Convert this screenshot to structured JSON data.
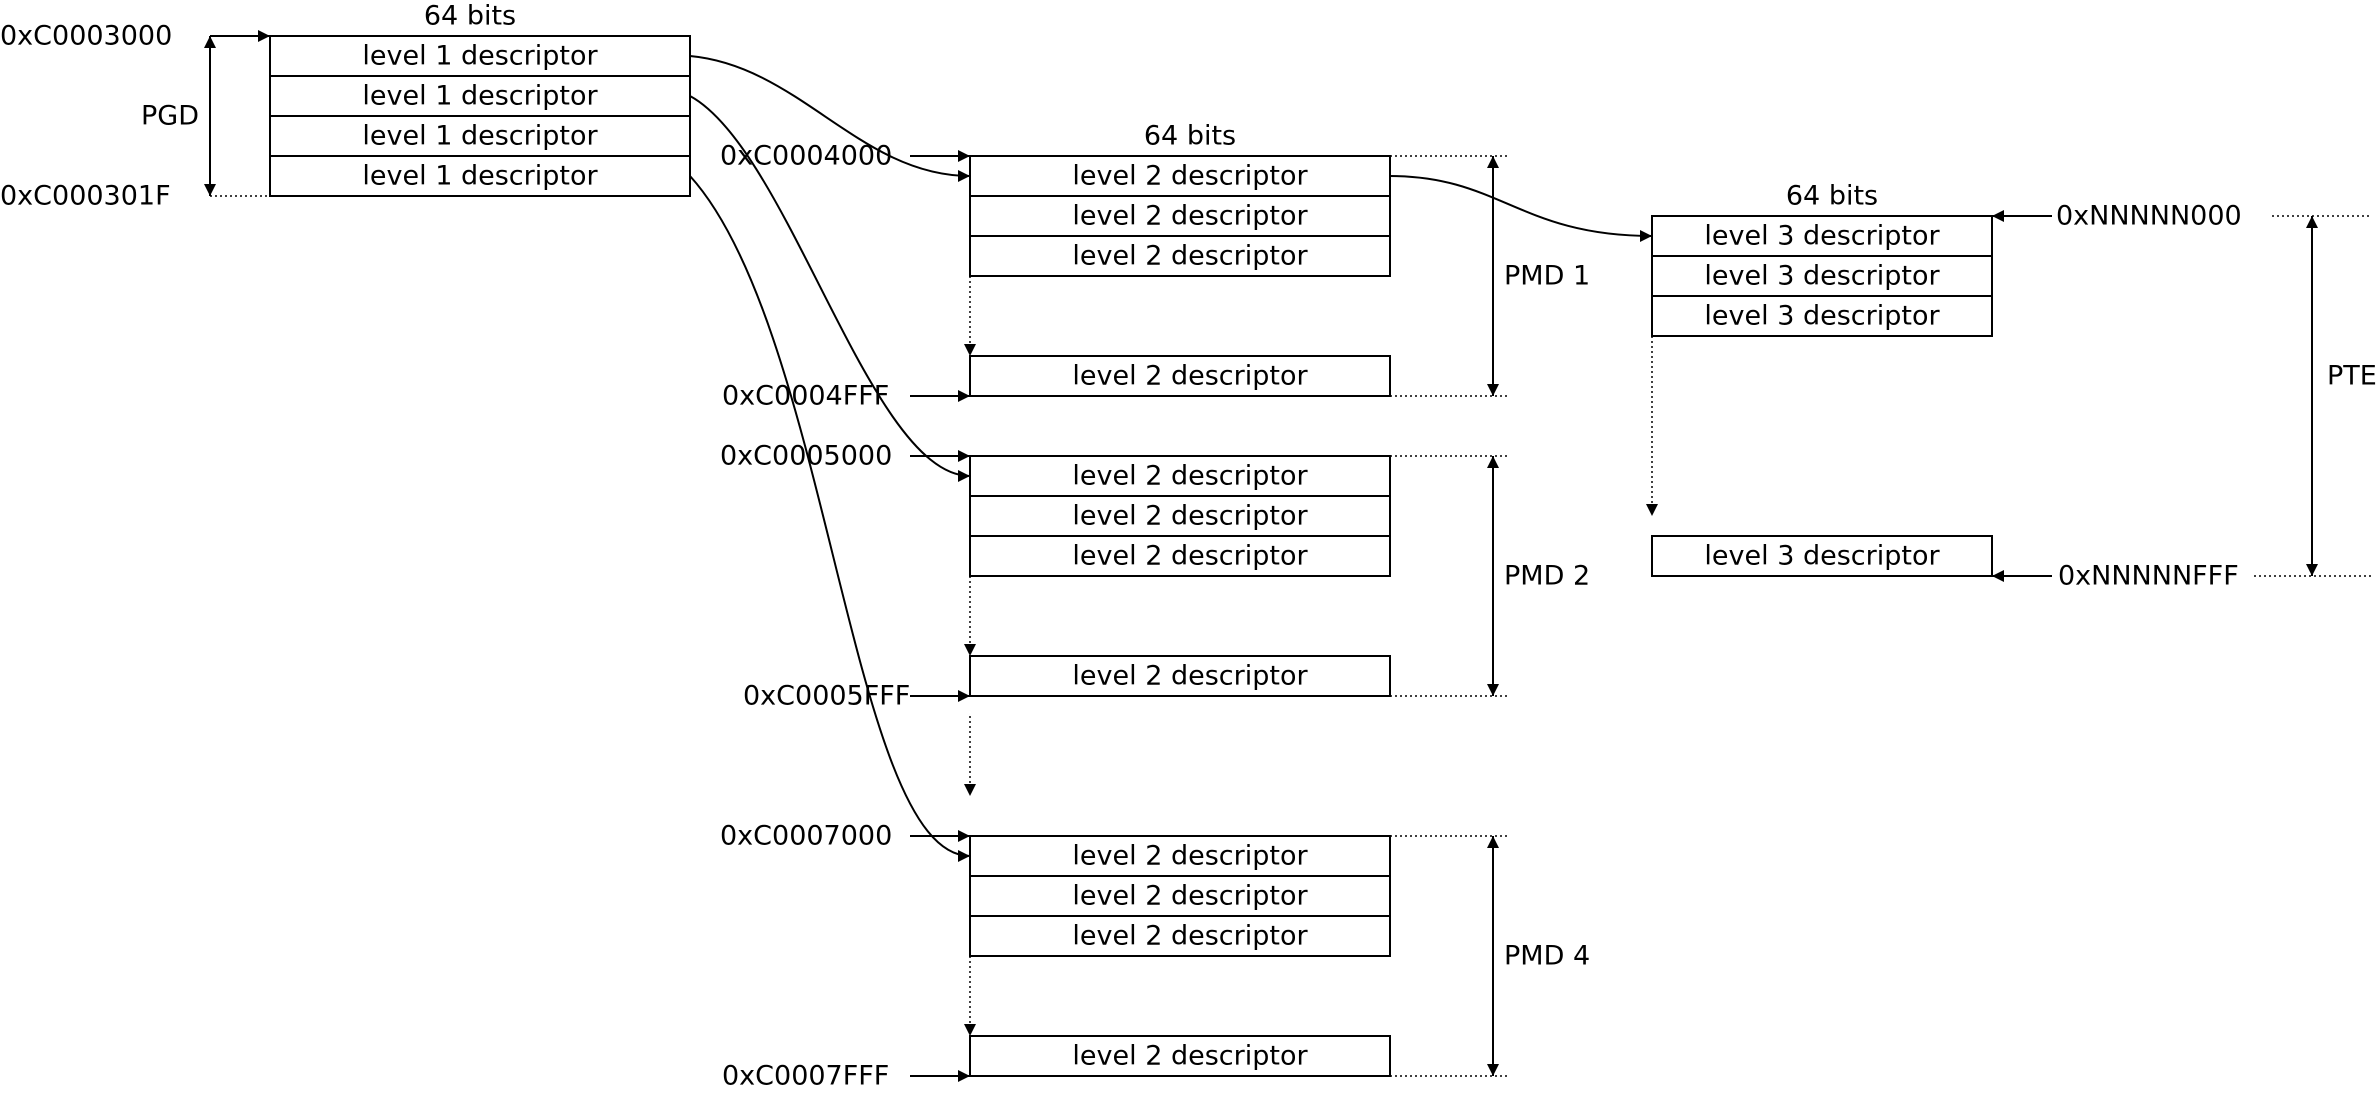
{
  "pgd": {
    "width_label": "64 bits",
    "start_address": "0xC0003000",
    "end_address": "0xC000301F",
    "name": "PGD",
    "descriptors": [
      "level 1 descriptor",
      "level 1 descriptor",
      "level 1 descriptor",
      "level 1 descriptor"
    ]
  },
  "pmd_width_label": "64 bits",
  "pmd_tables": [
    {
      "name": "PMD 1",
      "start_address": "0xC0004000",
      "end_address": "0xC0004FFF",
      "descriptors": [
        "level 2 descriptor",
        "level 2 descriptor",
        "level 2 descriptor"
      ],
      "last_descriptor": "level 2 descriptor"
    },
    {
      "name": "PMD 2",
      "start_address": "0xC0005000",
      "end_address": "0xC0005FFF",
      "descriptors": [
        "level 2 descriptor",
        "level 2 descriptor",
        "level 2 descriptor"
      ],
      "last_descriptor": "level 2 descriptor"
    },
    {
      "name": "PMD 4",
      "start_address": "0xC0007000",
      "end_address": "0xC0007FFF",
      "descriptors": [
        "level 2 descriptor",
        "level 2 descriptor",
        "level 2 descriptor"
      ],
      "last_descriptor": "level 2 descriptor"
    }
  ],
  "pte": {
    "width_label": "64 bits",
    "start_address": "0xNNNNN000",
    "end_address": "0xNNNNNFFF",
    "name": "PTE",
    "descriptors": [
      "level 3 descriptor",
      "level 3 descriptor",
      "level 3 descriptor"
    ],
    "last_descriptor": "level 3 descriptor"
  }
}
